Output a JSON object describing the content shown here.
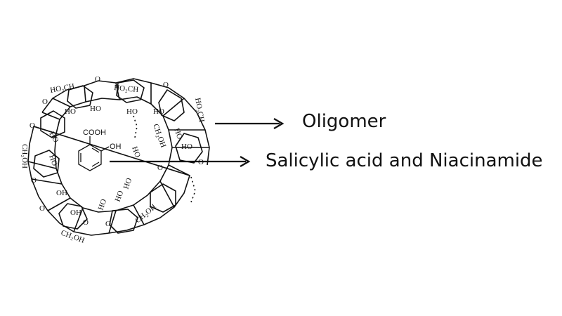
{
  "labels": {
    "oligomer": "Oligomer",
    "guest": "Salicylic acid and Niacinamide"
  },
  "molecule": {
    "cooh": "COOH",
    "oh": "OH"
  },
  "ring_groups": {
    "ch2oh": "CH₂OH",
    "ho2ch": "HO₂CH",
    "ho": "HO",
    "oh": "OH",
    "o": "O"
  },
  "colors": {
    "ink": "#111111",
    "background": "#ffffff"
  }
}
